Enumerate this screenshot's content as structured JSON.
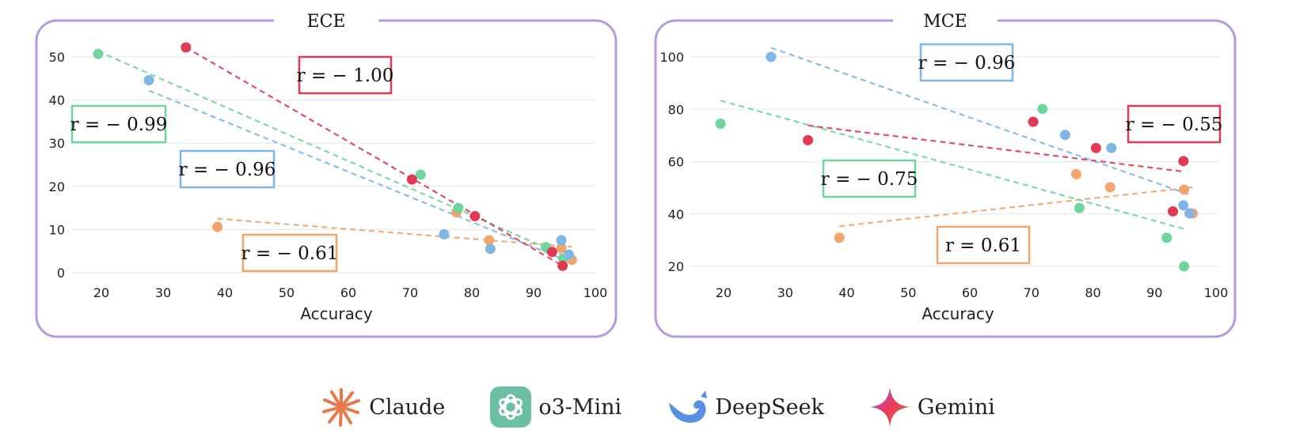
{
  "chart_data": [
    {
      "type": "scatter",
      "title": "ECE",
      "xlabel": "Accuracy",
      "ylabel": "",
      "xlim": [
        15,
        100
      ],
      "ylim": [
        0,
        55
      ],
      "xticks": [
        20,
        30,
        40,
        50,
        60,
        70,
        80,
        90,
        100
      ],
      "yticks": [
        0,
        10,
        20,
        30,
        40,
        50
      ],
      "grid": "horizontal",
      "series": [
        {
          "name": "Claude",
          "color": "#f2a46b",
          "points": [
            [
              38.8,
              10.6
            ],
            [
              77.5,
              14.0
            ],
            [
              82.8,
              7.5
            ],
            [
              94.5,
              5.7
            ],
            [
              96.2,
              3.0
            ]
          ],
          "fit": [
            [
              38.8,
              12.5
            ],
            [
              96.2,
              6.0
            ]
          ],
          "r": "r = − 0.61"
        },
        {
          "name": "o3-Mini",
          "color": "#6dd69c",
          "points": [
            [
              19.5,
              50.7
            ],
            [
              71.7,
              22.7
            ],
            [
              77.8,
              15.0
            ],
            [
              92.0,
              5.9
            ],
            [
              94.8,
              3.2
            ]
          ],
          "fit": [
            [
              19.5,
              51.3
            ],
            [
              94.8,
              4.0
            ]
          ],
          "r": "r = − 0.99"
        },
        {
          "name": "DeepSeek",
          "color": "#7eb6e8",
          "points": [
            [
              27.7,
              44.6
            ],
            [
              75.5,
              8.9
            ],
            [
              83.0,
              5.5
            ],
            [
              94.5,
              7.5
            ],
            [
              95.7,
              4.2
            ]
          ],
          "fit": [
            [
              27.7,
              42.2
            ],
            [
              95.7,
              2.6
            ]
          ],
          "r": "r = − 0.96"
        },
        {
          "name": "Gemini",
          "color": "#e03a54",
          "points": [
            [
              33.7,
              52.2
            ],
            [
              70.3,
              21.6
            ],
            [
              80.5,
              13.1
            ],
            [
              93.0,
              4.8
            ],
            [
              94.7,
              1.6
            ]
          ],
          "fit": [
            [
              33.7,
              52.2
            ],
            [
              94.7,
              1.6
            ]
          ],
          "r": "r = − 1.00"
        }
      ]
    },
    {
      "type": "scatter",
      "title": "MCE",
      "xlabel": "Accuracy",
      "ylabel": "",
      "xlim": [
        15,
        100
      ],
      "ylim": [
        16,
        108
      ],
      "xticks": [
        20,
        30,
        40,
        50,
        60,
        70,
        80,
        90,
        100
      ],
      "yticks": [
        20,
        40,
        60,
        80,
        100
      ],
      "grid": "horizontal",
      "series": [
        {
          "name": "Claude",
          "color": "#f2a46b",
          "points": [
            [
              38.8,
              30.9
            ],
            [
              77.3,
              55.2
            ],
            [
              82.8,
              50.2
            ],
            [
              94.8,
              49.3
            ],
            [
              96.2,
              40.2
            ]
          ],
          "fit": [
            [
              38.8,
              35.3
            ],
            [
              96.2,
              50.2
            ]
          ],
          "r": "r = 0.61"
        },
        {
          "name": "o3-Mini",
          "color": "#6dd69c",
          "points": [
            [
              19.5,
              74.5
            ],
            [
              71.8,
              80.1
            ],
            [
              77.8,
              42.3
            ],
            [
              92.0,
              30.9
            ],
            [
              94.8,
              20.0
            ]
          ],
          "fit": [
            [
              19.5,
              83.3
            ],
            [
              94.8,
              34.3
            ]
          ],
          "r": "r = − 0.75"
        },
        {
          "name": "DeepSeek",
          "color": "#7eb6e8",
          "points": [
            [
              27.7,
              100.0
            ],
            [
              75.5,
              70.2
            ],
            [
              83.0,
              65.2
            ],
            [
              94.7,
              43.3
            ],
            [
              95.7,
              40.2
            ]
          ],
          "fit": [
            [
              27.7,
              103.5
            ],
            [
              95.7,
              47.4
            ]
          ],
          "r": "r = − 0.96"
        },
        {
          "name": "Gemini",
          "color": "#e03a54",
          "points": [
            [
              33.7,
              68.2
            ],
            [
              70.3,
              75.2
            ],
            [
              80.5,
              65.2
            ],
            [
              93.0,
              41.0
            ],
            [
              94.7,
              60.2
            ]
          ],
          "fit": [
            [
              33.7,
              73.8
            ],
            [
              94.7,
              56.2
            ]
          ],
          "r": "r = − 0.55"
        }
      ]
    }
  ],
  "legend": {
    "items": [
      {
        "label": "Claude",
        "icon": "claude-icon",
        "color": "#e8794b"
      },
      {
        "label": "o3-Mini",
        "icon": "openai-icon",
        "color": "#6bbfa3"
      },
      {
        "label": "DeepSeek",
        "icon": "deepseek-whale-icon",
        "color": "#5b8fe6"
      },
      {
        "label": "Gemini",
        "icon": "gemini-star-icon",
        "color": "#e83a5a"
      }
    ]
  },
  "colors": {
    "frame": "#b49be0",
    "grid": "#e6e6e6",
    "axis": "#555555"
  }
}
